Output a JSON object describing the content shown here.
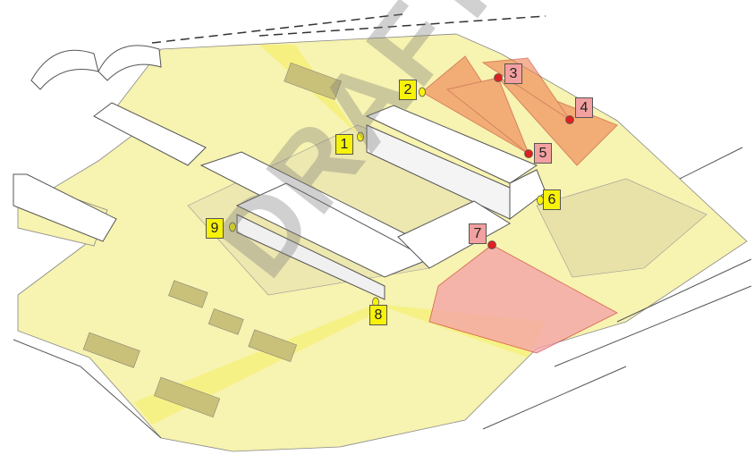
{
  "watermark": "DRAFT",
  "colors": {
    "coverage_yellow": "#f7f3b0",
    "fixed_camera": "#f7f20a",
    "ptz_camera": "#e02020",
    "ptz_zone": "#f08060",
    "pink_zone": "#f5a0a8"
  },
  "cameras": [
    {
      "label": "1",
      "type": "yellow"
    },
    {
      "label": "2",
      "type": "yellow"
    },
    {
      "label": "3",
      "type": "red"
    },
    {
      "label": "4",
      "type": "red"
    },
    {
      "label": "5",
      "type": "red"
    },
    {
      "label": "6",
      "type": "yellow"
    },
    {
      "label": "7",
      "type": "red"
    },
    {
      "label": "8",
      "type": "yellow"
    },
    {
      "label": "9",
      "type": "yellow"
    }
  ]
}
